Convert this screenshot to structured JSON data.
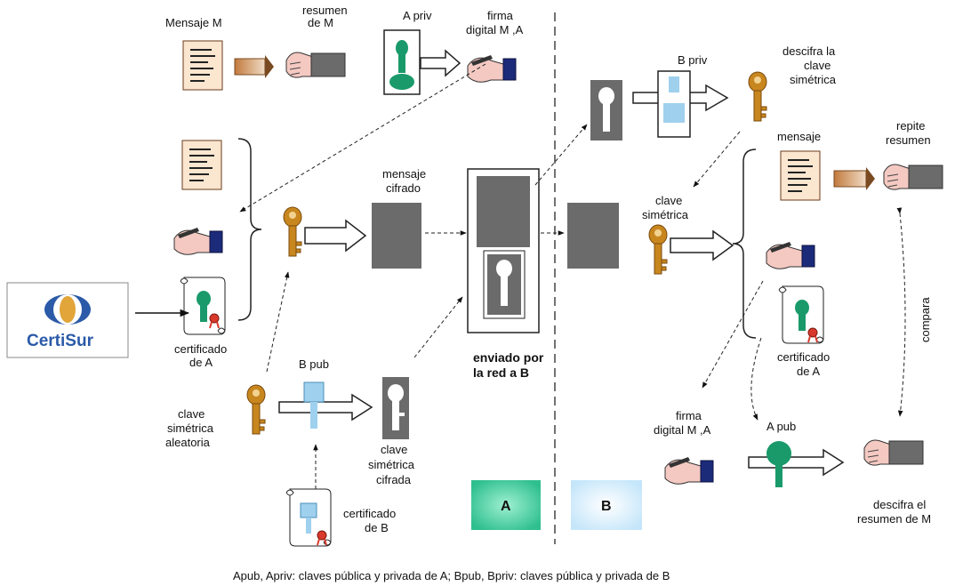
{
  "labels": {
    "mensaje_m": "Mensaje M",
    "resumen_l1": "resumen",
    "resumen_l2": "de M",
    "a_priv": "A priv",
    "firma_l1": "firma",
    "firma_l2": "digital M ,A",
    "mensaje_cifrado_l1": "mensaje",
    "mensaje_cifrado_l2": "cifrado",
    "cert_a_l1": "certificado",
    "cert_a_l2": "de A",
    "b_pub": "B pub",
    "clave_aleatoria_l1": "clave",
    "clave_aleatoria_l2": "simétrica",
    "clave_aleatoria_l3": "aleatoria",
    "clave_cifrada_l1": "clave",
    "clave_cifrada_l2": "simétrica",
    "clave_cifrada_l3": "cifrada",
    "cert_b_l1": "certificado",
    "cert_b_l2": "de B",
    "enviado_l1": "enviado por",
    "enviado_l2": "la red a B",
    "zone_a": "A",
    "zone_b": "B",
    "b_priv": "B priv",
    "descifra_clave_l1": "descifra la",
    "descifra_clave_l2": "clave",
    "descifra_clave_l3": "simétrica",
    "mensaje_right": "mensaje",
    "repite_l1": "repite",
    "repite_l2": "resumen",
    "clave_sim_l1": "clave",
    "clave_sim_l2": "simétrica",
    "compara": "compara",
    "cert_a_right_l1": "certificado",
    "cert_a_right_l2": "de A",
    "firma_right_l1": "firma",
    "firma_right_l2": "digital M ,A",
    "a_pub": "A pub",
    "descifra_resumen_l1": "descifra el",
    "descifra_resumen_l2": "resumen de M",
    "legend": "Apub, Apriv: claves pública y privada de A; Bpub, Bpriv: claves pública y privada de B"
  },
  "logo": {
    "text": "CertiSur"
  },
  "colors": {
    "gold_key": "#c8861e",
    "green_key": "#1a9a6a",
    "blue_key": "#9fd0ee",
    "dark_block": "#6b6b6b",
    "navy": "#1c2a7a",
    "zone_a_bg": "#3cc89a",
    "zone_b_bg": "#d2ecfb"
  }
}
